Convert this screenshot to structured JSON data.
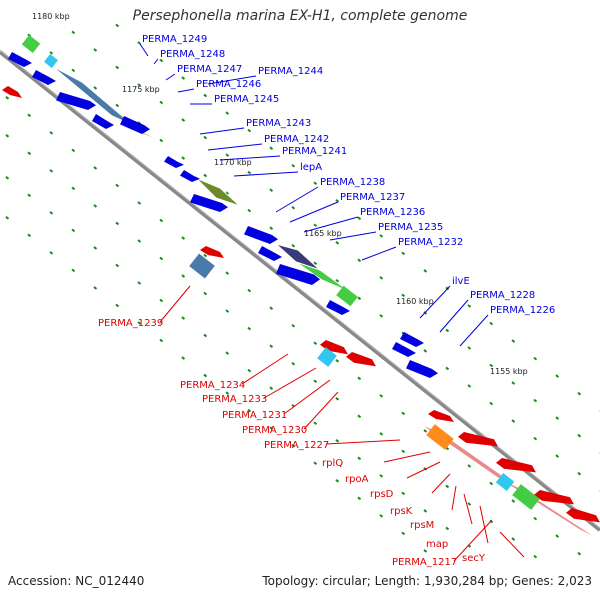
{
  "title": "Persephonella marina EX-H1, complete genome",
  "accession": "Accession: NC_012440",
  "topology": "Topology: circular; Length: 1,930,284 bp; Genes: 2,023",
  "kbp_marks": [
    "1180 kbp",
    "1175 kbp",
    "1170 kbp",
    "1165 kbp",
    "1160 kbp",
    "1155 kbp"
  ],
  "forward_labels": [
    "PERMA_1249",
    "PERMA_1248",
    "PERMA_1247",
    "PERMA_1246",
    "PERMA_1245",
    "PERMA_1244",
    "PERMA_1243",
    "PERMA_1242",
    "PERMA_1241",
    "lepA",
    "PERMA_1238",
    "PERMA_1237",
    "PERMA_1236",
    "PERMA_1235",
    "PERMA_1232",
    "ilvE",
    "PERMA_1228",
    "PERMA_1226"
  ],
  "reverse_labels": [
    "PERMA_1239",
    "PERMA_1234",
    "PERMA_1233",
    "PERMA_1231",
    "PERMA_1230",
    "PERMA_1227",
    "rplQ",
    "rpoA",
    "rpsD",
    "rpsK",
    "rpsM",
    "map",
    "PERMA_1217",
    "secY"
  ],
  "colors": {
    "forward": "#0000e0",
    "reverse": "#e00000",
    "backbone": "#888888",
    "tick": "#1a8a1a",
    "green": "#44cc44",
    "olive": "#6b8a2a",
    "steelblue": "#4a7aaa",
    "khaki": "#d8d090",
    "pink": "#e88a8a",
    "orange": "#ff8c1a",
    "cyan": "#30c8f0",
    "navy": "#3a3a7a"
  }
}
